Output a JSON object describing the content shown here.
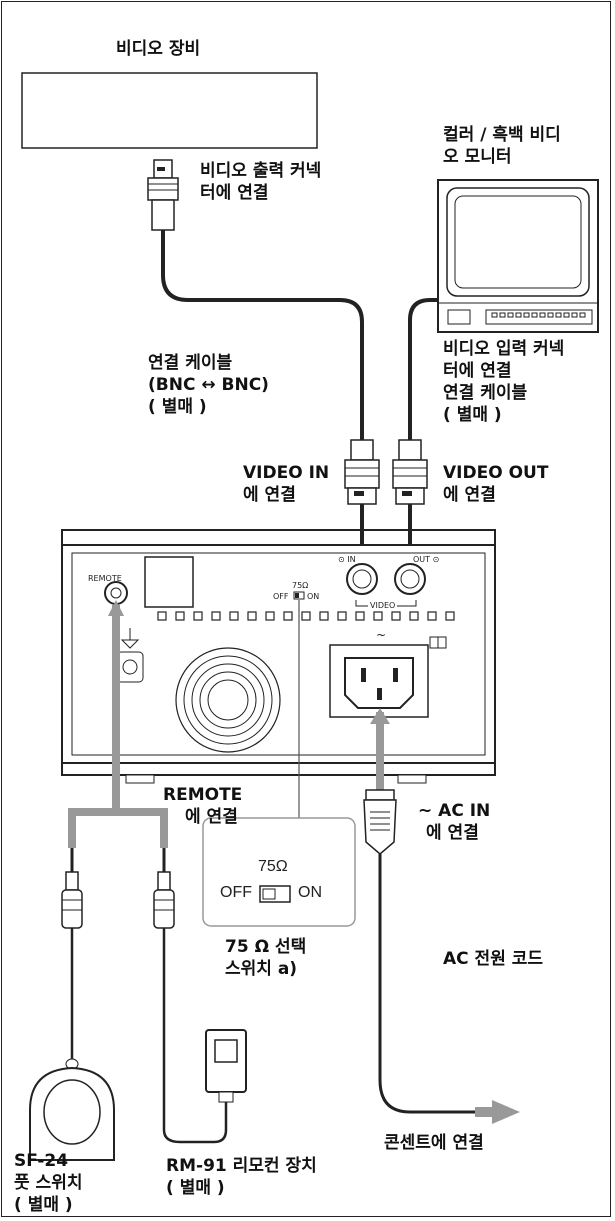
{
  "labels": {
    "video_device": "비디오 장비",
    "video_out_connector": [
      "비디오 출력 커넥",
      "터에 연결"
    ],
    "monitor": [
      "컬러 / 흑백 비디",
      "오 모니터"
    ],
    "cable_bnc": [
      "연결 케이블",
      "(BNC ↔ BNC)",
      "( 별매 )"
    ],
    "video_in_connector": [
      "비디오 입력 커넥",
      "터에 연결",
      "연결 케이블",
      "( 별매 )"
    ],
    "video_in": [
      "VIDEO IN",
      "에 연결"
    ],
    "video_out": [
      "VIDEO OUT",
      "에 연결"
    ],
    "remote": [
      "REMOTE",
      "에 연결"
    ],
    "ac_in": [
      "~ AC IN",
      "에 연결"
    ],
    "ac_cord": "AC 전원 코드",
    "switch_75": [
      "75 Ω 선택",
      "스위치 a)"
    ],
    "outlet": "콘센트에 연결",
    "sf24": [
      "SF-24",
      "풋 스위치",
      "( 별매 )"
    ],
    "rm91": [
      "RM-91 리모컨 장치",
      "( 별매 )"
    ]
  },
  "panel": {
    "in_label": "⊙ IN",
    "out_label": "OUT ⊙",
    "video_label": "VIDEO",
    "remote_label": "REMOTE",
    "ohm_label": "75Ω",
    "off_label": "OFF",
    "on_label": "ON",
    "tilde": "~"
  },
  "inset": {
    "ohm": "75Ω",
    "off": "OFF",
    "on": "ON"
  }
}
